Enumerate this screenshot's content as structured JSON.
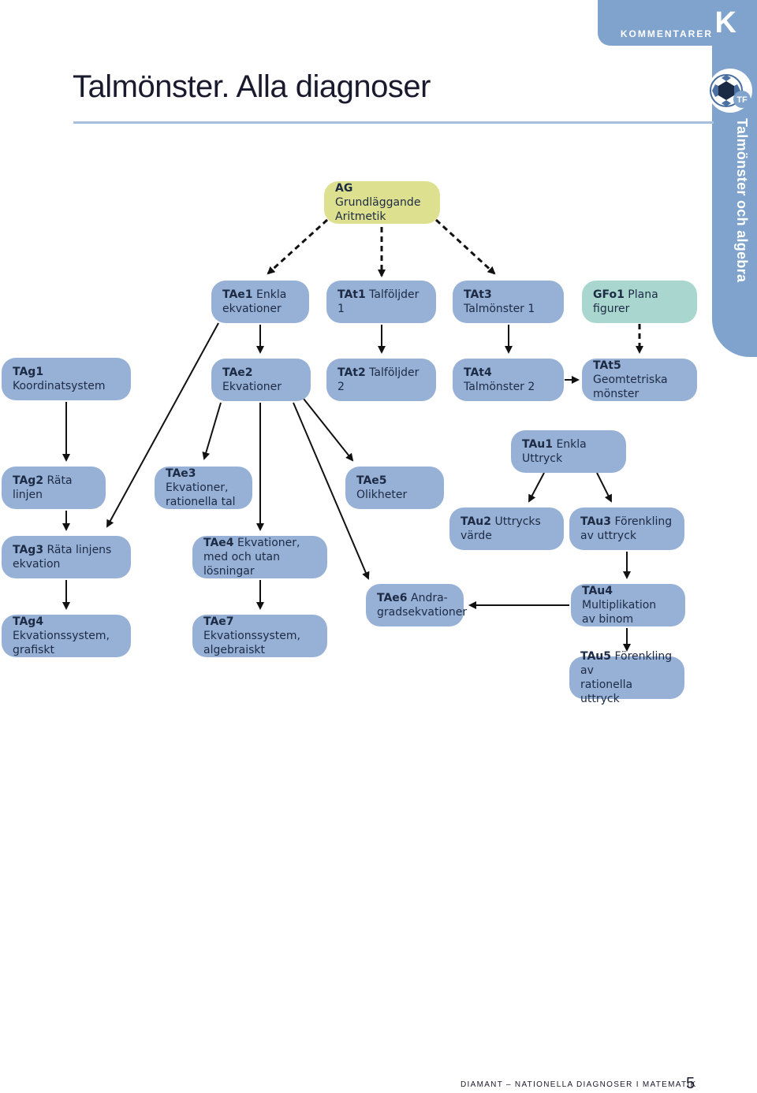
{
  "header": {
    "tab_label": "KOMMENTARER",
    "tab_letter": "K",
    "title": "Talmönster. Alla diagnoser",
    "side_label": "Talmönster och algebra",
    "logo_text": "TF"
  },
  "colors": {
    "node_blue": "#97b1d6",
    "node_yellow": "#dde08f",
    "node_teal": "#a9d7cf",
    "band": "#7fa3cc"
  },
  "nodes": [
    {
      "id": "AG",
      "code": "AG",
      "text": " Grundläggande\nAritmetik",
      "style": "yellow"
    },
    {
      "id": "TAe1",
      "code": "TAe1",
      "text": " Enkla\nekvationer",
      "style": "blue"
    },
    {
      "id": "TAt1",
      "code": "TAt1",
      "text": " Talföljder 1",
      "style": "blue"
    },
    {
      "id": "TAt3",
      "code": "TAt3",
      "text": " Talmönster 1",
      "style": "blue"
    },
    {
      "id": "GFo1",
      "code": "GFo1",
      "text": " Plana figurer",
      "style": "teal"
    },
    {
      "id": "TAg1",
      "code": "TAg1",
      "text": " Koordinatsystem",
      "style": "blue"
    },
    {
      "id": "TAe2",
      "code": "TAe2",
      "text": " Ekvationer",
      "style": "blue"
    },
    {
      "id": "TAt2",
      "code": "TAt2",
      "text": " Talföljder 2",
      "style": "blue"
    },
    {
      "id": "TAt4",
      "code": "TAt4",
      "text": " Talmönster 2",
      "style": "blue"
    },
    {
      "id": "TAt5",
      "code": "TAt5",
      "text": " Geomtetriska\nmönster",
      "style": "blue"
    },
    {
      "id": "TAu1",
      "code": "TAu1",
      "text": " Enkla Uttryck",
      "style": "blue"
    },
    {
      "id": "TAg2",
      "code": "TAg2",
      "text": " Räta linjen",
      "style": "blue"
    },
    {
      "id": "TAe3",
      "code": "TAe3",
      "text": " Ekvationer,\nrationella tal",
      "style": "blue"
    },
    {
      "id": "TAe5",
      "code": "TAe5",
      "text": " Olikheter",
      "style": "blue"
    },
    {
      "id": "TAu2",
      "code": "TAu2",
      "text": " Uttrycks värde",
      "style": "blue"
    },
    {
      "id": "TAu3",
      "code": "TAu3",
      "text": " Förenkling\nav uttryck",
      "style": "blue"
    },
    {
      "id": "TAg3",
      "code": "TAg3",
      "text": " Räta linjens\nekvation",
      "style": "blue"
    },
    {
      "id": "TAe4",
      "code": "TAe4",
      "text": " Ekvationer,\nmed och utan lösningar",
      "style": "blue"
    },
    {
      "id": "TAe6",
      "code": "TAe6",
      "text": " Andra-\ngradsekvationer",
      "style": "blue"
    },
    {
      "id": "TAu4",
      "code": "TAu4",
      "text": " Multiplikation\nav binom",
      "style": "blue"
    },
    {
      "id": "TAg4",
      "code": "TAg4",
      "text": " Ekvationssystem,\ngrafiskt",
      "style": "blue"
    },
    {
      "id": "TAe7",
      "code": "TAe7",
      "text": " Ekvationssystem,\nalgebraiskt",
      "style": "blue"
    },
    {
      "id": "TAu5",
      "code": "TAu5",
      "text": " Förenkling av\nrationella uttryck",
      "style": "blue"
    }
  ],
  "edges": [
    {
      "from": "AG",
      "to": "TAe1",
      "dashed": true
    },
    {
      "from": "AG",
      "to": "TAt1",
      "dashed": true
    },
    {
      "from": "AG",
      "to": "TAt3",
      "dashed": true
    },
    {
      "from": "GFo1",
      "to": "TAt5",
      "dashed": true
    },
    {
      "from": "TAe1",
      "to": "TAe2",
      "dashed": false
    },
    {
      "from": "TAt1",
      "to": "TAt2",
      "dashed": false
    },
    {
      "from": "TAt3",
      "to": "TAt4",
      "dashed": false
    },
    {
      "from": "TAt4",
      "to": "TAt5",
      "dashed": false
    },
    {
      "from": "TAe1",
      "to": "TAg3",
      "dashed": false
    },
    {
      "from": "TAg1",
      "to": "TAg2",
      "dashed": false
    },
    {
      "from": "TAg2",
      "to": "TAg3",
      "dashed": false
    },
    {
      "from": "TAg3",
      "to": "TAg4",
      "dashed": false
    },
    {
      "from": "TAe2",
      "to": "TAe3",
      "dashed": false
    },
    {
      "from": "TAe2",
      "to": "TAe4",
      "dashed": false
    },
    {
      "from": "TAe2",
      "to": "TAe5",
      "dashed": false
    },
    {
      "from": "TAe2",
      "to": "TAe6",
      "dashed": false
    },
    {
      "from": "TAe4",
      "to": "TAe7",
      "dashed": false
    },
    {
      "from": "TAu1",
      "to": "TAu2",
      "dashed": false
    },
    {
      "from": "TAu1",
      "to": "TAu3",
      "dashed": false
    },
    {
      "from": "TAu3",
      "to": "TAu4",
      "dashed": false
    },
    {
      "from": "TAu4",
      "to": "TAe6",
      "dashed": false
    },
    {
      "from": "TAu4",
      "to": "TAu5",
      "dashed": false
    }
  ],
  "footer": {
    "text": "DIAMANT – NATIONELLA DIAGNOSER I MATEMATIK",
    "page_number": "5"
  }
}
